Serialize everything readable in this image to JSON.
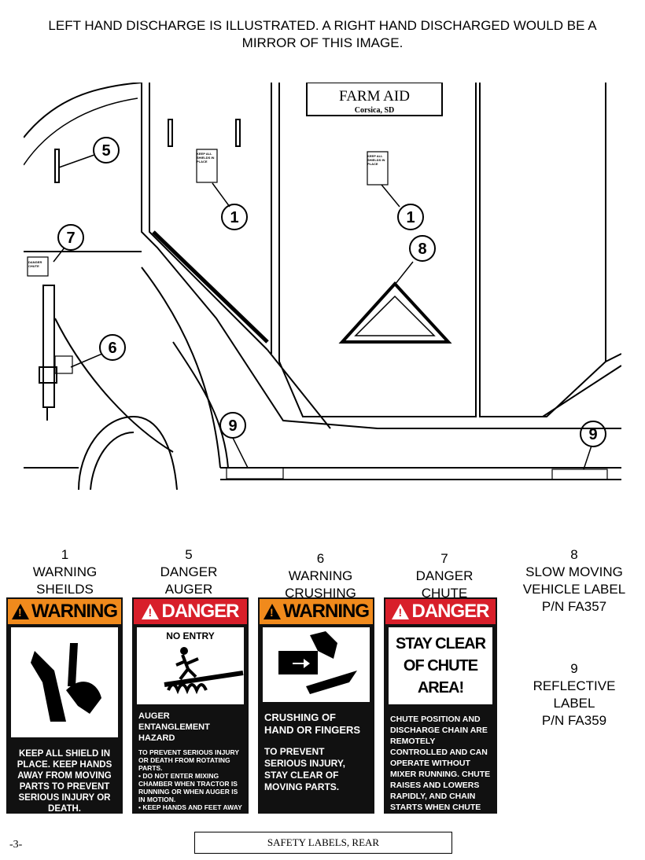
{
  "header": {
    "line1": "LEFT HAND DISCHARGE IS ILLUSTRATED. A RIGHT HAND DISCHARGED WOULD BE A",
    "line2": "MIRROR  OF THIS IMAGE."
  },
  "drawing": {
    "brand": "FARM AID",
    "location": "Corsica, SD",
    "small_label": "KEEP ALL SHIELDS IN PLACE",
    "small_label2": "DANGER CHUTE",
    "callouts": [
      "5",
      "1",
      "1",
      "8",
      "7",
      "6",
      "9",
      "9"
    ]
  },
  "labels": [
    {
      "num": "1",
      "line1": "WARNING",
      "line2": "SHEILDS"
    },
    {
      "num": "5",
      "line1": "DANGER",
      "line2": "AUGER"
    },
    {
      "num": "6",
      "line1": "WARNING",
      "line2": "CRUSHING"
    },
    {
      "num": "7",
      "line1": "DANGER",
      "line2": "CHUTE"
    },
    {
      "num": "8",
      "line1": "SLOW MOVING",
      "line2": "VEHICLE LABEL",
      "line3": "P/N FA357"
    },
    {
      "num": "9",
      "line1": "REFLECTIVE",
      "line2": "LABEL",
      "line3": "P/N FA359"
    }
  ],
  "cards": {
    "warning_word": "WARNING",
    "danger_word": "DANGER",
    "c1_text": "KEEP ALL SHIELD IN PLACE. KEEP HANDS AWAY FROM MOVING PARTS TO PREVENT SERIOUS INJURY OR DEATH.",
    "c2_noentry": "NO ENTRY",
    "c2_hazard": "AUGER ENTANGLEMENT HAZARD",
    "c2_text1": "TO PREVENT SERIOUS INJURY OR DEATH FROM ROTATING PARTS.",
    "c2_bullet1": "• DO NOT ENTER MIXING CHAMBER WHEN TRACTOR IS RUNNING OR WHEN AUGER IS IN MOTION.",
    "c2_bullet2": "• KEEP HANDS AND FEET AWAY FROM MIXING CHAMBER.",
    "c3_title": "CRUSHING OF HAND OR FINGERS",
    "c3_text": "TO PREVENT SERIOUS INJURY, STAY CLEAR OF MOVING PARTS.",
    "c4_title": "STAY CLEAR OF CHUTE AREA!",
    "c4_text": "CHUTE POSITION AND DISCHARGE CHAIN ARE REMOTELY CONTROLLED AND CAN OPERATE WITHOUT MIXER RUNNING. CHUTE RAISES AND LOWERS RAPIDLY, AND CHAIN STARTS WHEN CHUTE LOWERS."
  },
  "footer": {
    "page": "-3-",
    "title": "SAFETY LABELS, REAR"
  }
}
